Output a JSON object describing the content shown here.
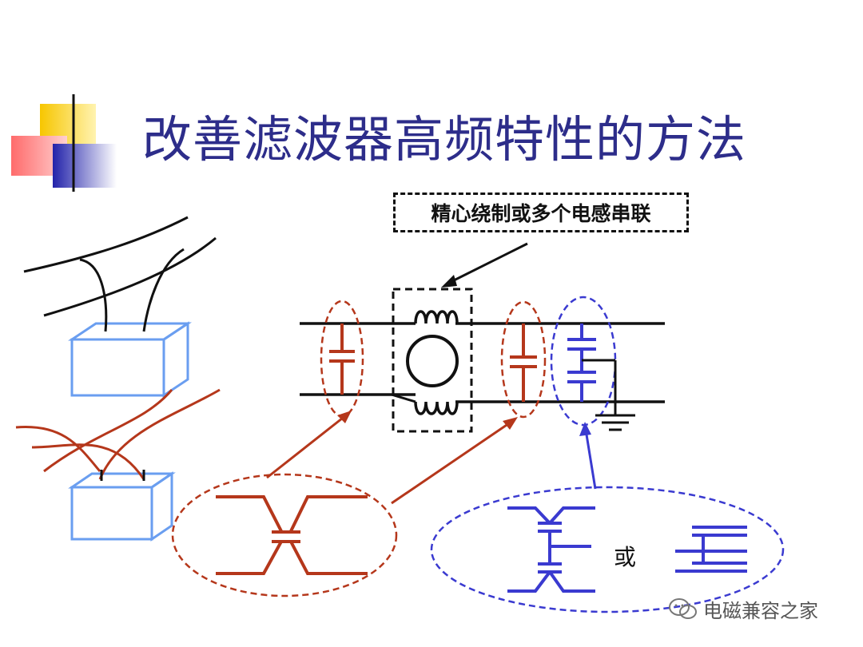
{
  "slide": {
    "title": "改善滤波器高频特性的方法",
    "note": "精心绕制或多个电感串联",
    "or_label": "或"
  },
  "watermark": {
    "text": "电磁兼容之家",
    "icon": "wechat-icon"
  },
  "colors": {
    "title": "#2d2d8a",
    "capacitor_red": "#b5371b",
    "capacitor_blue": "#3a3ad0",
    "box_blue": "#6a9ef0",
    "line": "#111111"
  }
}
